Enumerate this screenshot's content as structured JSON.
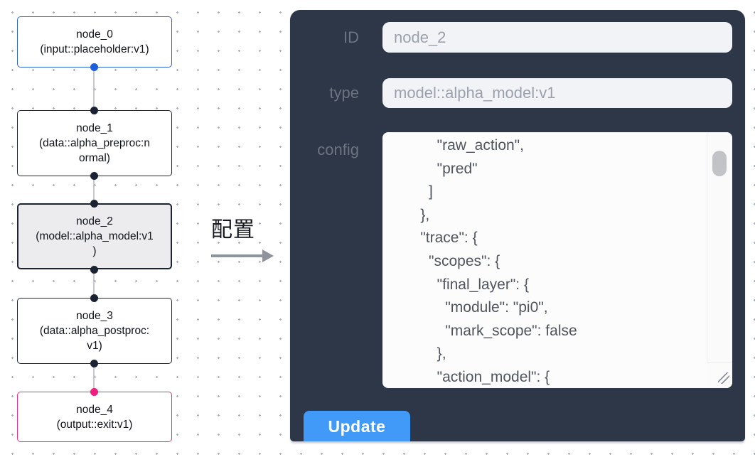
{
  "canvas": {
    "nodes": [
      {
        "name": "node_0",
        "subtitle": "(input::placeholder:v1)",
        "role": "input",
        "border_color": "#2e63da"
      },
      {
        "name": "node_1",
        "subtitle": "(data::alpha_preproc:n\normal)",
        "role": "process",
        "border_color": "#1f2636"
      },
      {
        "name": "node_2",
        "subtitle": "(model::alpha_model:v1\n)",
        "role": "process-selected",
        "border_color": "#1b2231",
        "background": "#ececee"
      },
      {
        "name": "node_3",
        "subtitle": "(data::alpha_postproc:\nv1)",
        "role": "process",
        "border_color": "#1f2636"
      },
      {
        "name": "node_4",
        "subtitle": "(output::exit:v1)",
        "role": "output",
        "border_color": "#ee2e84"
      }
    ]
  },
  "annotation": {
    "label": "配置"
  },
  "panel": {
    "id_label": "ID",
    "id_value": "node_2",
    "type_label": "type",
    "type_value": "model::alpha_model:v1",
    "config_label": "config",
    "config_text": "        \"raw_action\",\n        \"pred\"\n      ]\n    },\n    \"trace\": {\n      \"scopes\": {\n        \"final_layer\": {\n          \"module\": \"pi0\",\n          \"mark_scope\": false\n        },\n        \"action_model\": {",
    "update_label": "Update"
  },
  "colors": {
    "panel_background": "#2e3747",
    "input_background": "#f2f3f7",
    "input_text": "#9ba1ac",
    "label_text": "#6c7380",
    "button_blue": "#429af8",
    "node_blue": "#2e63da",
    "node_pink": "#ee2e84",
    "node_dark": "#1b2231",
    "port_blue": "#1d5fdd",
    "port_pink": "#ef1f7e",
    "selected_node_background": "#ececee",
    "edge_gray": "#c5c7cc"
  }
}
